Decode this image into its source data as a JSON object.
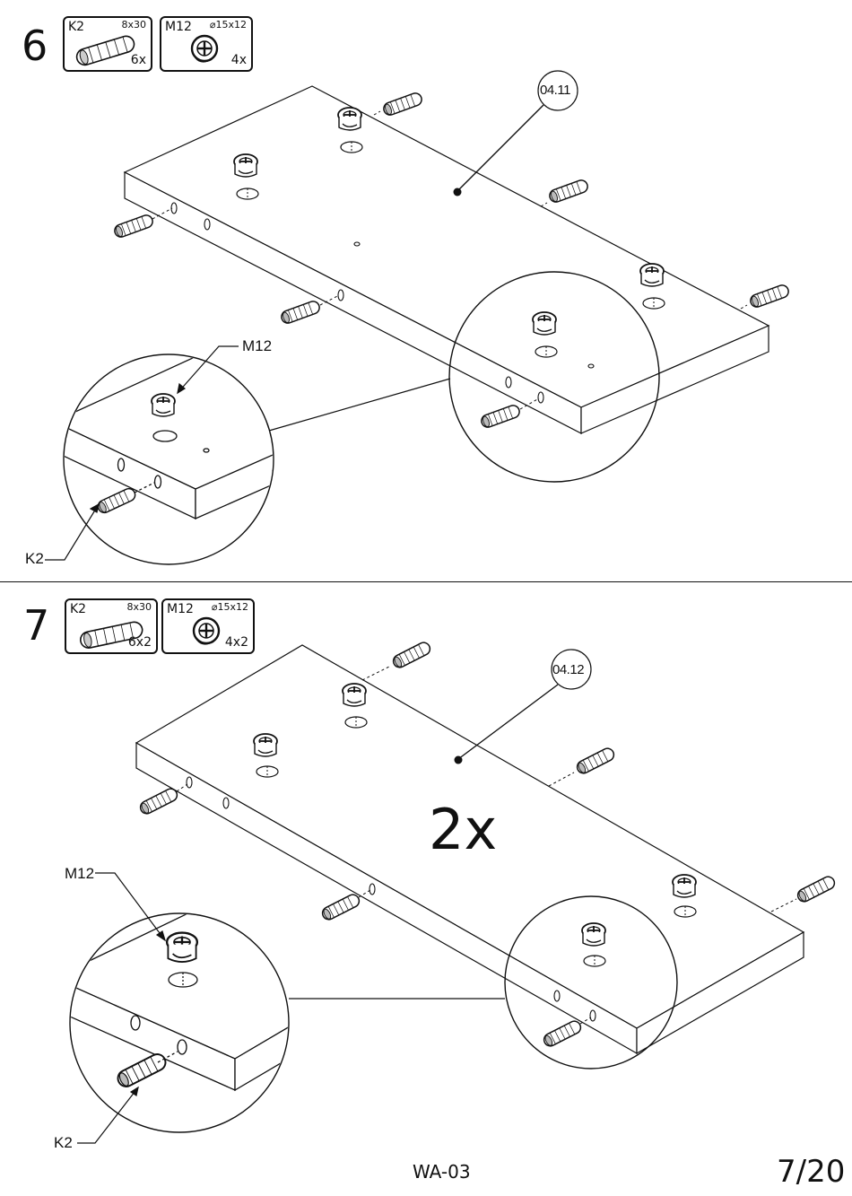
{
  "steps": [
    {
      "number": "6",
      "parts": [
        {
          "code": "K2",
          "dimension": "8x30",
          "quantity": "6x",
          "icon": "dowel-icon"
        },
        {
          "code": "M12",
          "dimension": "⌀15x12",
          "quantity": "4x",
          "icon": "cam-lock-icon"
        }
      ],
      "panel_tag": "04.11",
      "callouts": {
        "cam": "M12",
        "dowel": "K2"
      }
    },
    {
      "number": "7",
      "parts": [
        {
          "code": "K2",
          "dimension": "8x30",
          "quantity": "6x2",
          "icon": "dowel-icon"
        },
        {
          "code": "M12",
          "dimension": "⌀15x12",
          "quantity": "4x2",
          "icon": "cam-lock-icon"
        }
      ],
      "panel_tag": "04.12",
      "multiplier": "2x",
      "callouts": {
        "cam": "M12",
        "dowel": "K2"
      }
    }
  ],
  "footer": {
    "code": "WA-03",
    "page": "7/20"
  }
}
